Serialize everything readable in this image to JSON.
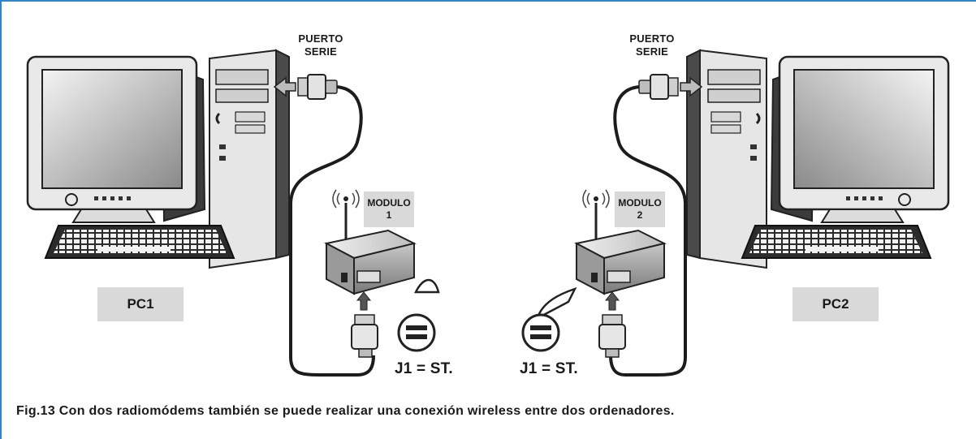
{
  "labels": {
    "serial_port_left": [
      "PUERTO",
      "SERIE"
    ],
    "serial_port_right": [
      "PUERTO",
      "SERIE"
    ],
    "module_1": [
      "MODULO",
      "1"
    ],
    "module_2": [
      "MODULO",
      "2"
    ],
    "pc_1": "PC1",
    "pc_2": "PC2",
    "jumper_left": "J1 = ST.",
    "jumper_right": "J1 = ST."
  },
  "caption": "Fig.13 Con dos radiomódems también se puede realizar una conexión wireless entre dos ordenadores.",
  "colors": {
    "frame_border": "#2f86c8",
    "label_box": "#d9d9d9",
    "ink": "#1a1a1a"
  }
}
